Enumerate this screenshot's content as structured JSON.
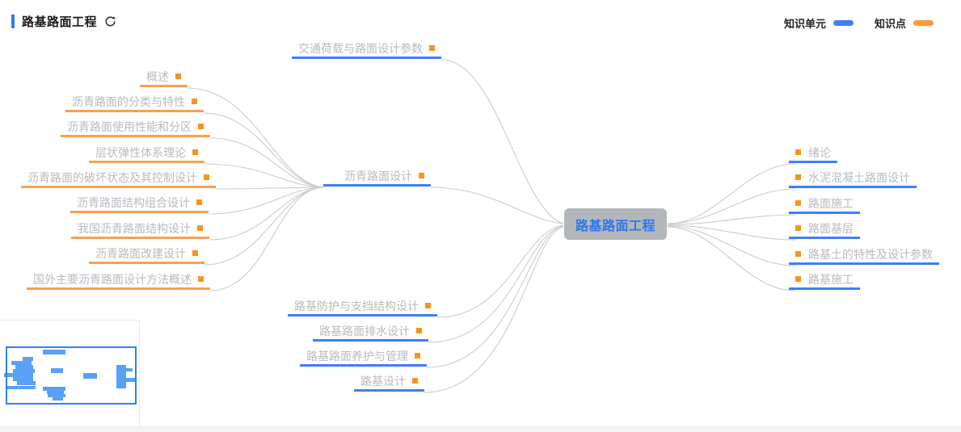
{
  "header": {
    "title": "路基路面工程"
  },
  "legend": {
    "unit_label": "知识单元",
    "point_label": "知识点",
    "unit_color": "#3D7FF7",
    "point_color": "#F59B3C"
  },
  "root": {
    "label": "路基路面工程"
  },
  "nodes": {
    "traffic_unit": "交通荷载与路面设计参数",
    "asphalt_unit": "沥青路面设计",
    "asphalt_points": [
      "概述",
      "沥青路面的分类与特性",
      "沥青路面使用性能和分区",
      "层状弹性体系理论",
      "沥青路面的破坏状态及其控制设计",
      "沥青路面结构组合设计",
      "我国沥青路面结构设计",
      "沥青路面改建设计",
      "国外主要沥青路面设计方法概述"
    ],
    "bottom_units": [
      "路基防护与支挡结构设计",
      "路基路面排水设计",
      "路基路面养护与管理",
      "路基设计"
    ],
    "right_units": [
      "绪论",
      "水泥混凝土路面设计",
      "路面施工",
      "路面基层",
      "路基土的特性及设计参数",
      "路基施工"
    ]
  }
}
